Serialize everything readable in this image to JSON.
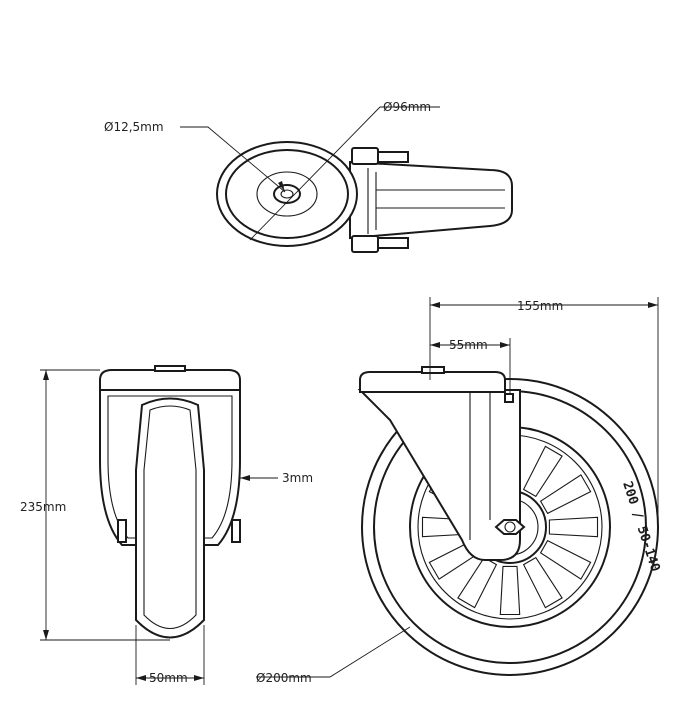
{
  "dimensions": {
    "bore": "Ø12,5mm",
    "wheel_top": "Ø96mm",
    "overall_width": "155mm",
    "plate_offset": "55mm",
    "height": "235mm",
    "thickness": "3mm",
    "tread_width": "50mm",
    "wheel_diameter": "Ø200mm"
  },
  "tire_marking": "200 / 50-140",
  "colors": {
    "line": "#1a1a1a",
    "background": "#ffffff"
  }
}
